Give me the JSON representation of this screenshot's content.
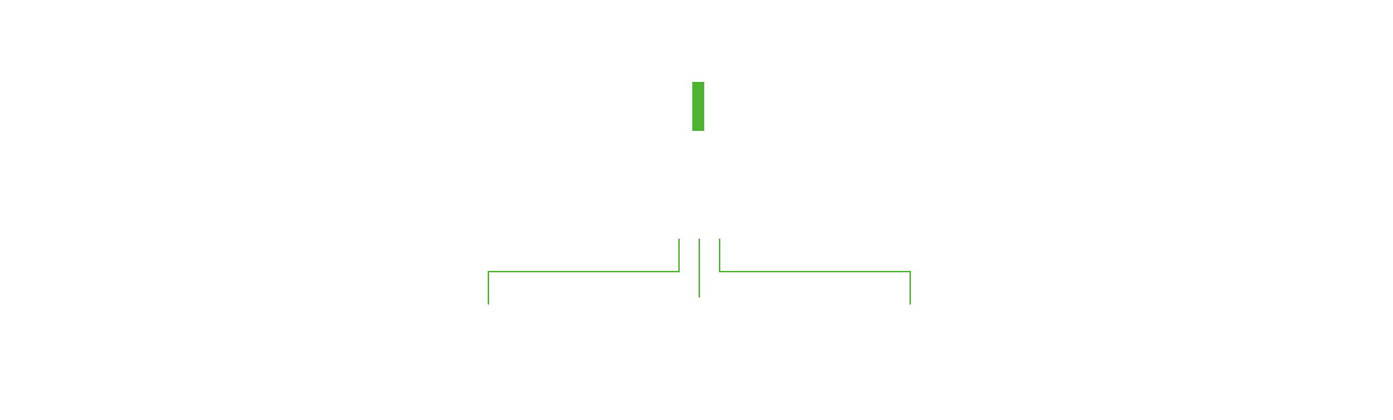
{
  "colors": {
    "background": "#ffffff",
    "accent": "#4db330"
  },
  "diagram": {
    "nodes": [
      {
        "name": "top-node-bar",
        "shape": "filled-rectangle"
      }
    ],
    "connectors": [
      {
        "name": "left-branch-connector",
        "shape": "elbow"
      },
      {
        "name": "center-branch-connector",
        "shape": "straight"
      },
      {
        "name": "right-branch-connector",
        "shape": "elbow"
      }
    ]
  }
}
